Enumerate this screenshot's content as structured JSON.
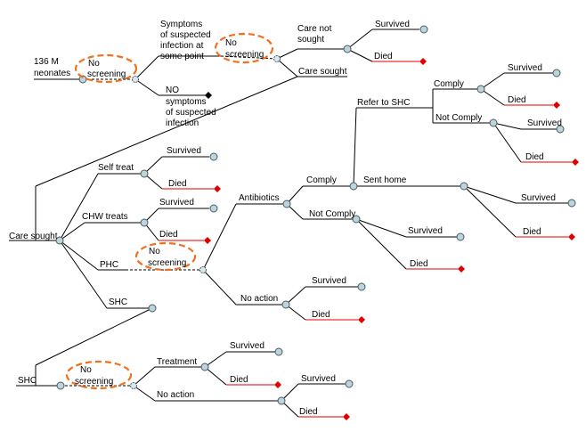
{
  "colors": {
    "node_fill": "#bcd4dc",
    "died_line": "#e00000",
    "died_terminal": "#e00000",
    "screening_ellipse": "#f07020",
    "no_symptoms_terminal": "#000000"
  },
  "labels": {
    "root_l1": "136 M",
    "root_l2": "neonates",
    "no_l": "No",
    "screening_l": "screening",
    "sym_l1": "Symptoms",
    "sym_l2": "of suspected",
    "sym_l3": "infection at",
    "sym_l4": "some point",
    "nosym_l1": "NO",
    "nosym_l2": "symptoms",
    "nosym_l3": "of suspected",
    "nosym_l4": "infection",
    "care_not_l1": "Care not",
    "care_not_l2": "sought",
    "care_sought": "Care sought",
    "survived": "Survived",
    "died": "Died",
    "self_treat": "Self treat",
    "chw_treats": "CHW treats",
    "phc": "PHC",
    "shc": "SHC",
    "antibiotics": "Antibiotics",
    "no_action": "No action",
    "comply": "Comply",
    "not_comply": "Not Comply",
    "refer_to_shc": "Refer to SHC",
    "sent_home": "Sent home",
    "treatment": "Treatment"
  }
}
